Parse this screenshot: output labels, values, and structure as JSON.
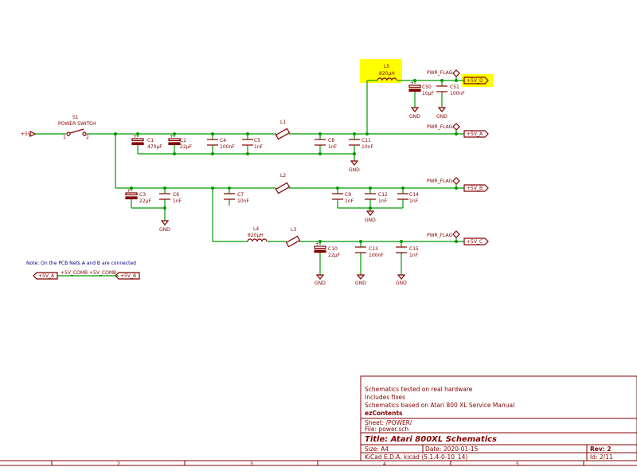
{
  "power_in": "+5V",
  "switch": {
    "ref": "S1",
    "value": "POWER SWITCH",
    "pin1": "1",
    "pin2": "2"
  },
  "flag": "PWR_FLAG",
  "gnd": "GND",
  "nets": {
    "a": "+5V_A",
    "b": "+5V_B",
    "c": "+5V_C",
    "d": "+5V_D"
  },
  "inductors": {
    "l1": {
      "ref": "L1"
    },
    "l2": {
      "ref": "L2"
    },
    "l3": {
      "ref": "L3"
    },
    "l4": {
      "ref": "L4",
      "value": "820µH"
    },
    "l5": {
      "ref": "L5",
      "value": "820µH"
    }
  },
  "caps": {
    "c1": {
      "ref": "C1",
      "value": "470µF"
    },
    "c2": {
      "ref": "C2",
      "value": "22µF"
    },
    "c3": {
      "ref": "C3",
      "value": "22µF"
    },
    "c4": {
      "ref": "C4",
      "value": "100nF"
    },
    "c5": {
      "ref": "C5",
      "value": "1nF"
    },
    "c6": {
      "ref": "C6",
      "value": "1nF"
    },
    "c7": {
      "ref": "C7",
      "value": "10nF"
    },
    "c8": {
      "ref": "C8",
      "value": "1nF"
    },
    "c9": {
      "ref": "C9",
      "value": "1nF"
    },
    "c10": {
      "ref": "C10",
      "value": "22µF"
    },
    "c11": {
      "ref": "C11",
      "value": "10nF"
    },
    "c12": {
      "ref": "C12",
      "value": "1nF"
    },
    "c13": {
      "ref": "C13",
      "value": "100nF"
    },
    "c14": {
      "ref": "C14",
      "value": "1nF"
    },
    "c15": {
      "ref": "C15",
      "value": "1nF"
    },
    "c50": {
      "ref": "C50",
      "value": "10µF"
    },
    "c51": {
      "ref": "C51",
      "value": "100nF"
    }
  },
  "note": "Note: On the PCB Nets A and B are connected",
  "comb_label": "+5V_COMB",
  "comb_label2": "+5V_COMB",
  "title_block": {
    "comment1": "Schematics tested on real hardware",
    "comment2": "Includes fixes",
    "comment3": "Schematics based on Atari 800 XL Service Manual",
    "company": "ezContents",
    "sheet": "Sheet: /POWER/",
    "file": "File: power.sch",
    "title": "Title: Atari 800XL Schematics",
    "size": "Size: A4",
    "date": "Date: 2020-01-15",
    "rev": "Rev: 2",
    "tool": "KiCad E.D.A.  kicad (5.1.4-0-10_14)",
    "id": "Id: 2/11"
  },
  "border_numbers": [
    "2",
    "3",
    "4",
    "5"
  ],
  "colors": {
    "wire": "#009900",
    "component": "#840000",
    "highlight": "#ffff00",
    "reference": "#006464",
    "note": "#000084"
  }
}
